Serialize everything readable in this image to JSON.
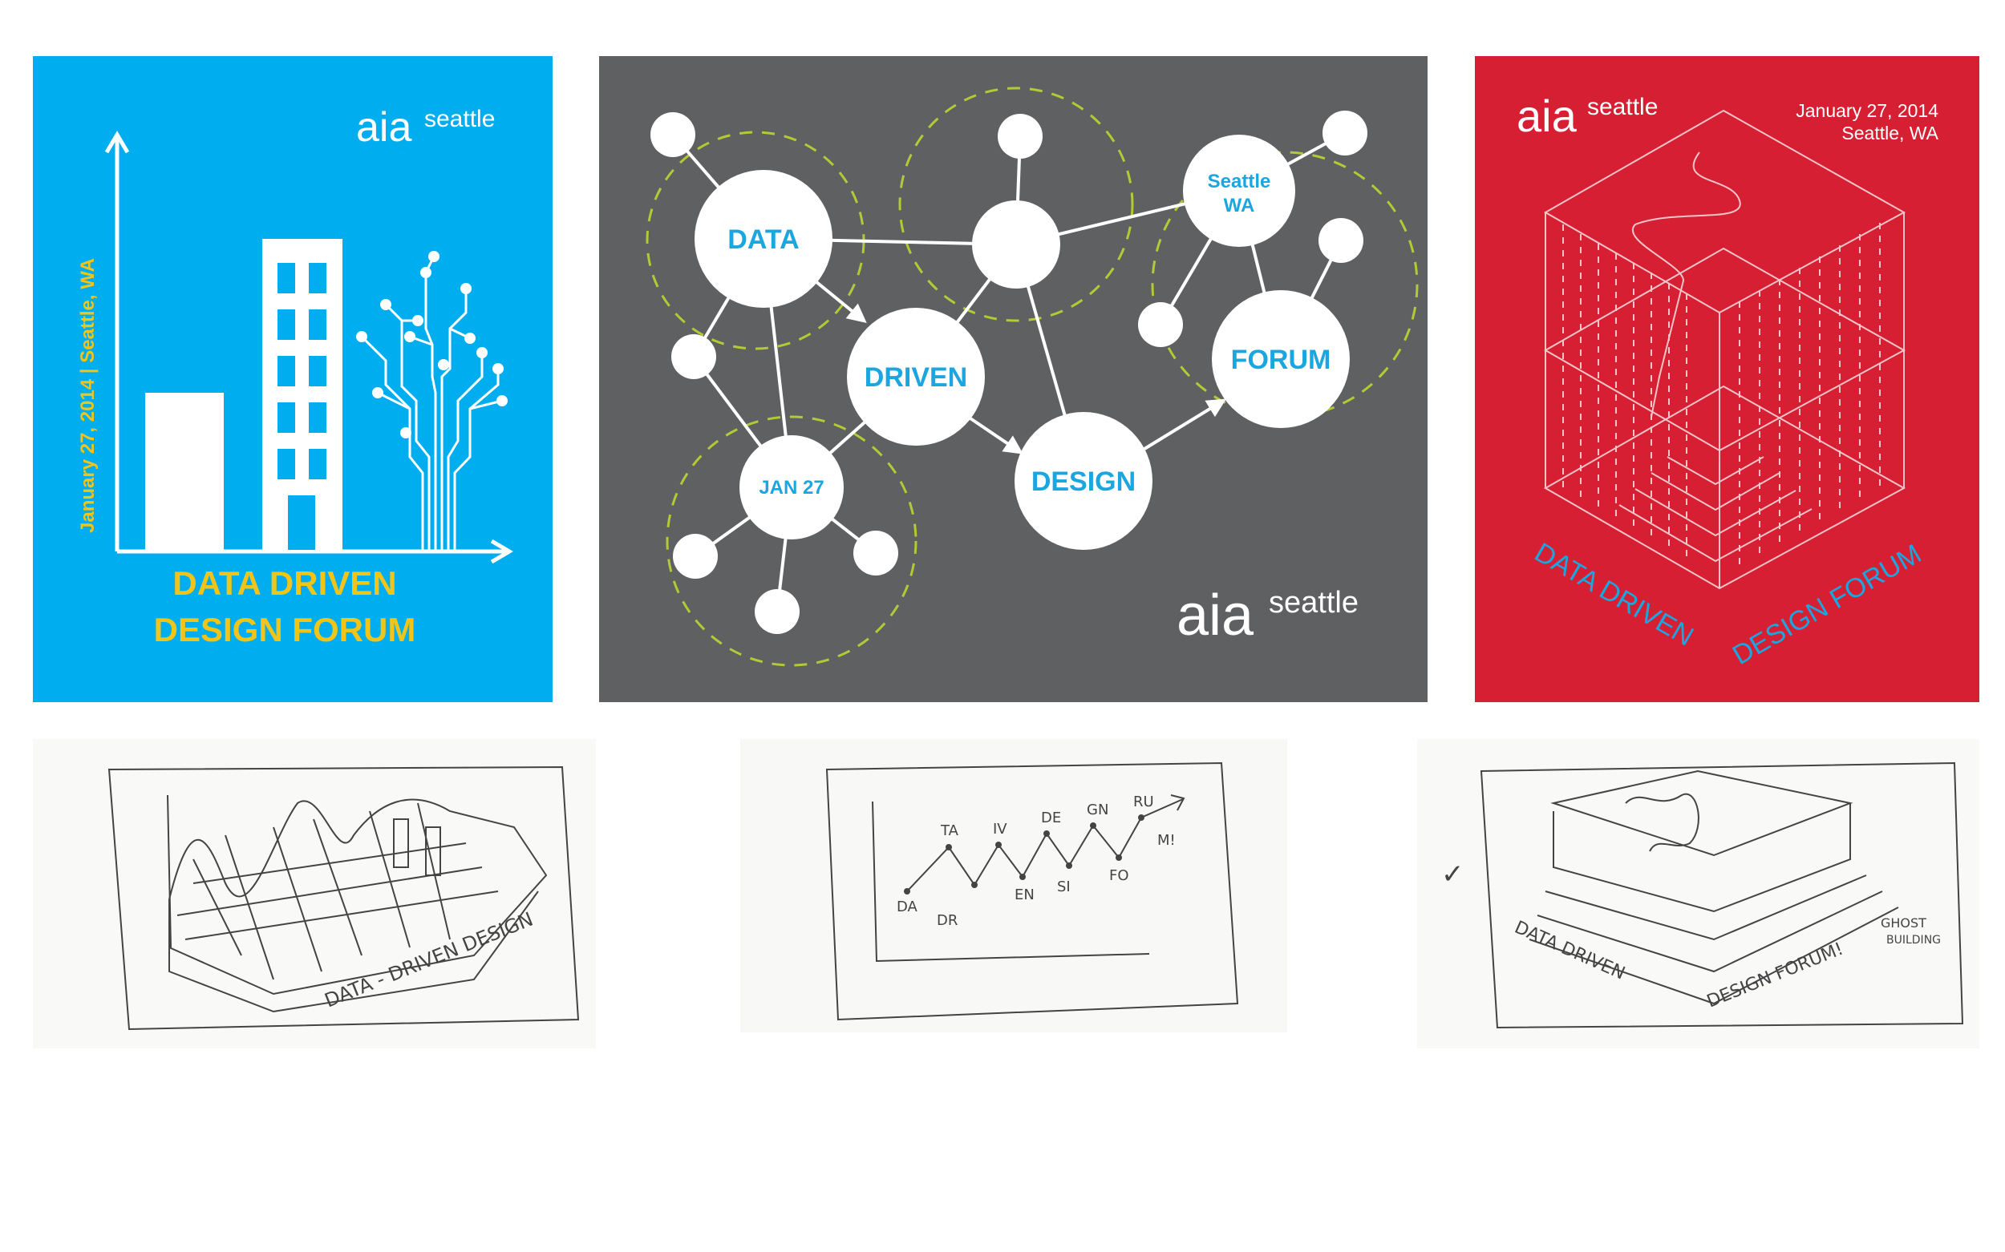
{
  "colors": {
    "blue_panel": "#00aeef",
    "gray_panel": "#5e6062",
    "red_panel": "#d71f33",
    "yellow_text": "#f0c419",
    "accent_blue": "#1ba6e0",
    "dashed_green": "#b4c935"
  },
  "blue_poster": {
    "logo_aia": "aia",
    "logo_city": "seattle",
    "date_vertical": "January 27, 2014 | Seattle, WA",
    "title_line1": "DATA DRIVEN",
    "title_line2": "DESIGN FORUM"
  },
  "gray_poster": {
    "node_data": "DATA",
    "node_driven": "DRIVEN",
    "node_design": "DESIGN",
    "node_forum": "FORUM",
    "node_jan": "JAN 27",
    "node_seattle_1": "Seattle",
    "node_seattle_2": "WA",
    "logo_aia": "aia",
    "logo_city": "seattle"
  },
  "red_poster": {
    "logo_aia": "aia",
    "logo_city": "seattle",
    "date_line1": "January 27, 2014",
    "date_line2": "Seattle, WA",
    "label_left": "DATA DRIVEN",
    "label_right": "DESIGN FORUM"
  },
  "sketch_1": {
    "caption": "DATA - DRIVEN DESIGN"
  },
  "sketch_2": {
    "labels": [
      "DA",
      "TA",
      "DR",
      "IV",
      "EN",
      "DE",
      "SI",
      "GN",
      "FO",
      "RU",
      "M!"
    ]
  },
  "sketch_3": {
    "check": "✓",
    "label_left": "DATA DRIVEN",
    "label_right": "DESIGN FORUM!",
    "note_1": "GHOST",
    "note_2": "BUILDING"
  }
}
